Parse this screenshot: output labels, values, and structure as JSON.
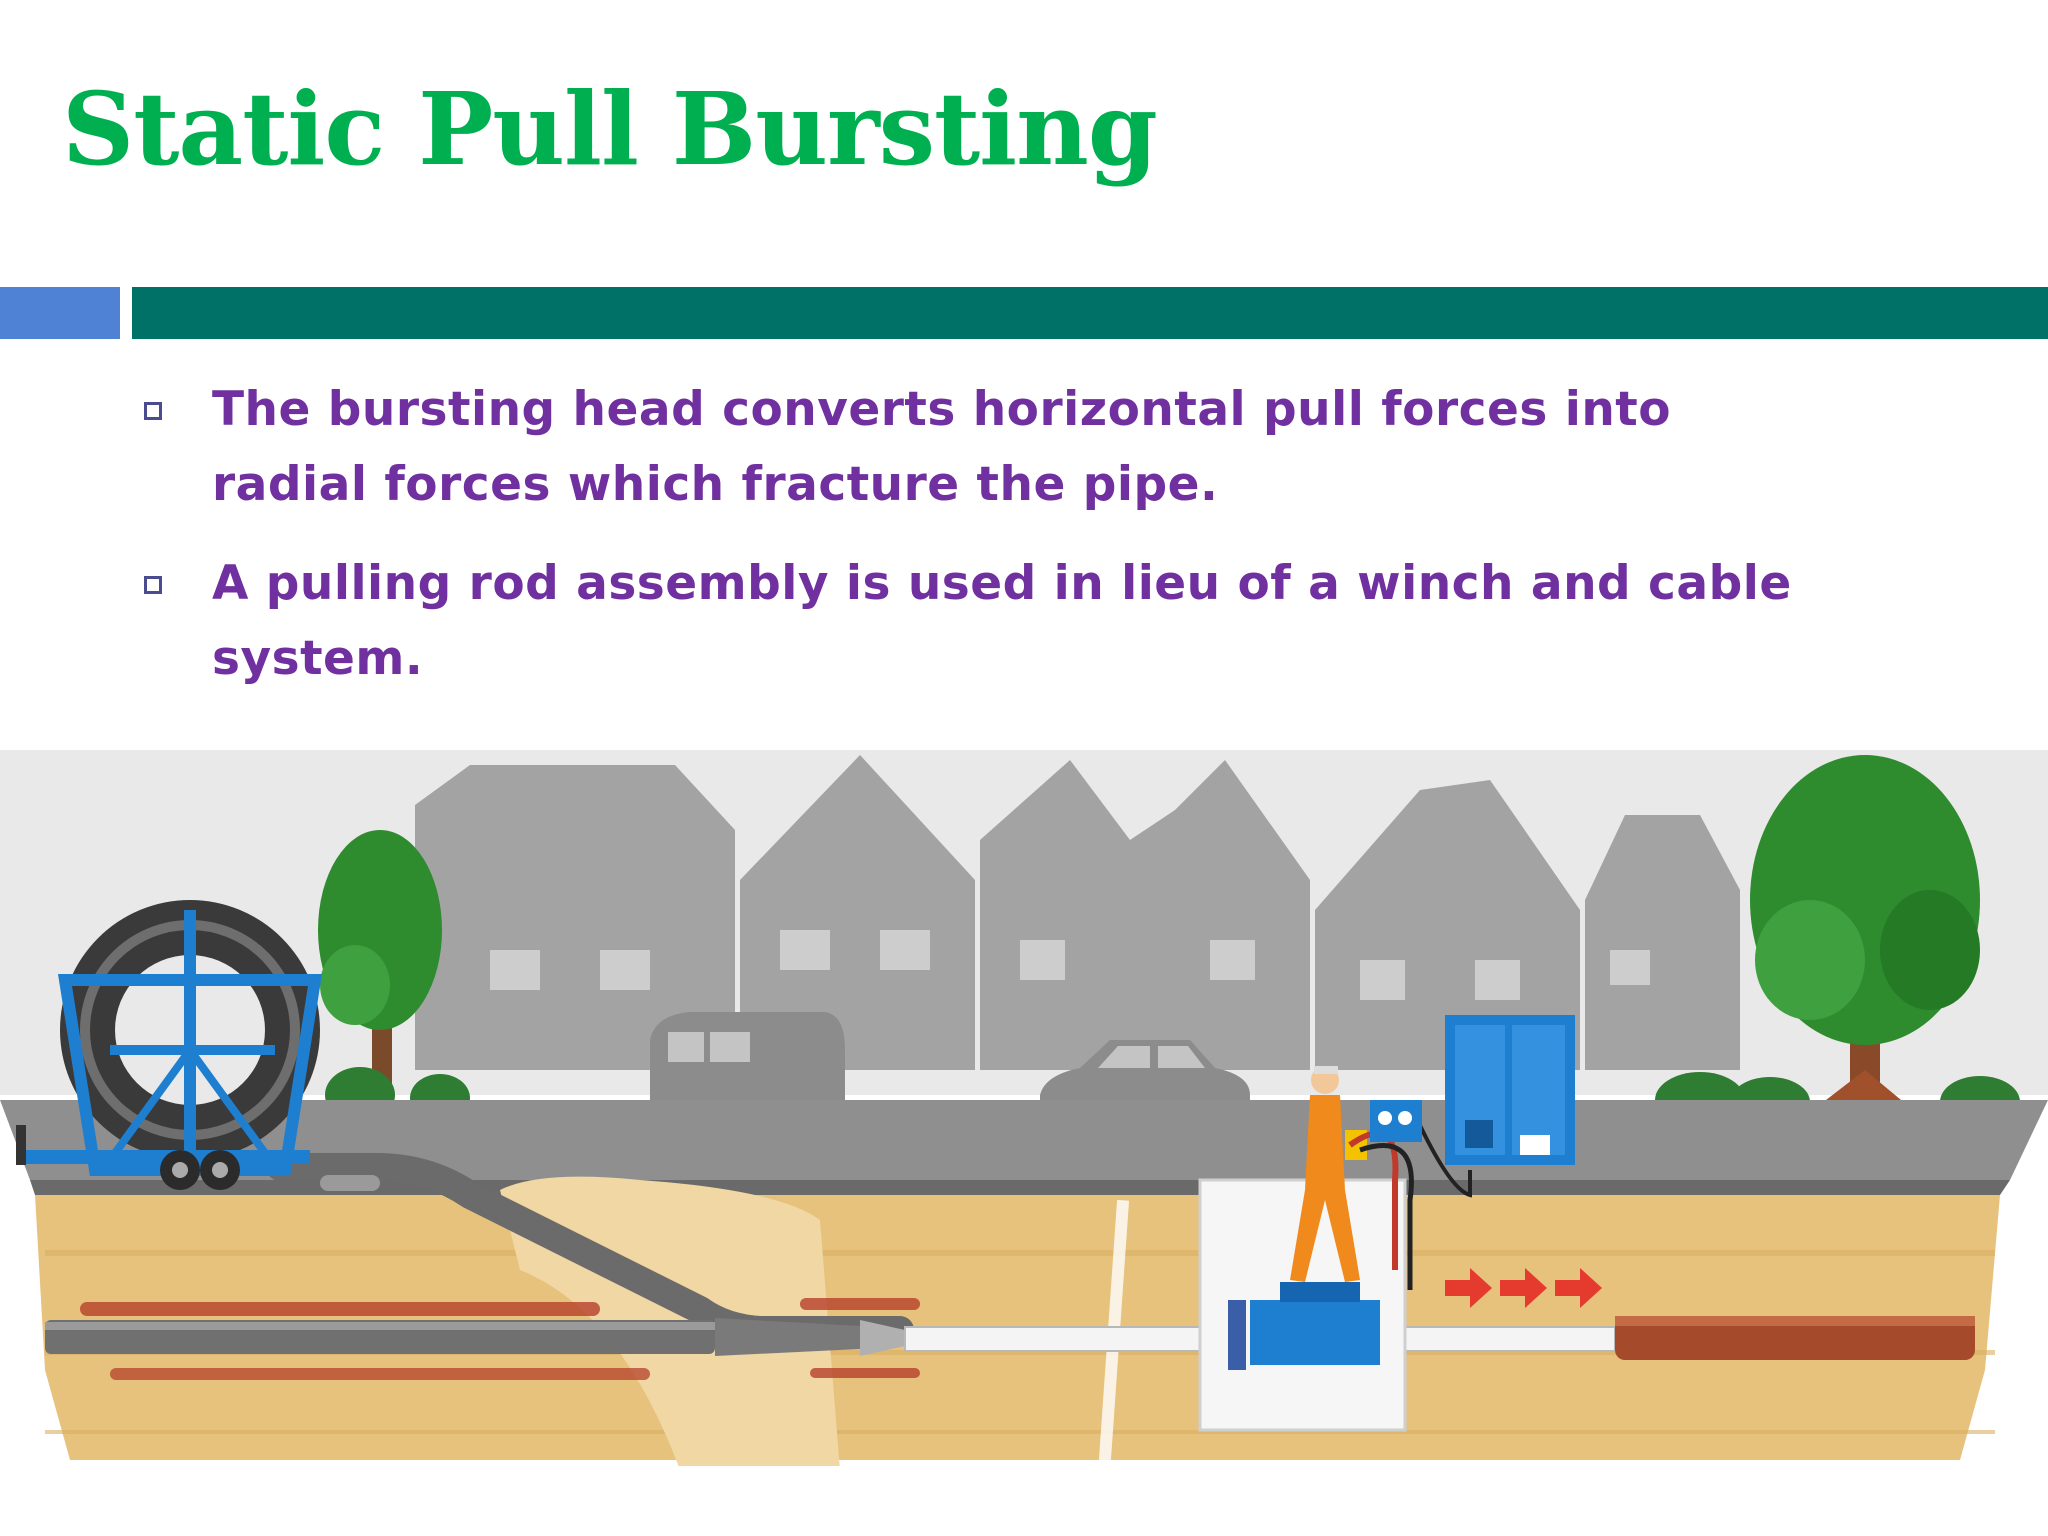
{
  "slide": {
    "title": "Static Pull Bursting",
    "colors": {
      "title": "#00b050",
      "band_main": "#007167",
      "band_accent": "#4f81d4",
      "bullet_text": "#7030a0"
    }
  },
  "bullets": [
    {
      "text": "The bursting head converts horizontal pull forces into radial forces which fracture the pipe."
    },
    {
      "text": "A pulling rod assembly is used in lieu of a winch and cable system."
    }
  ],
  "illustration": {
    "icons": [
      "house-icon",
      "tree-icon",
      "van-icon",
      "car-icon",
      "pipe-reel-icon",
      "worker-icon",
      "power-pack-icon",
      "bursting-head-icon",
      "arrow-right-icon"
    ]
  }
}
